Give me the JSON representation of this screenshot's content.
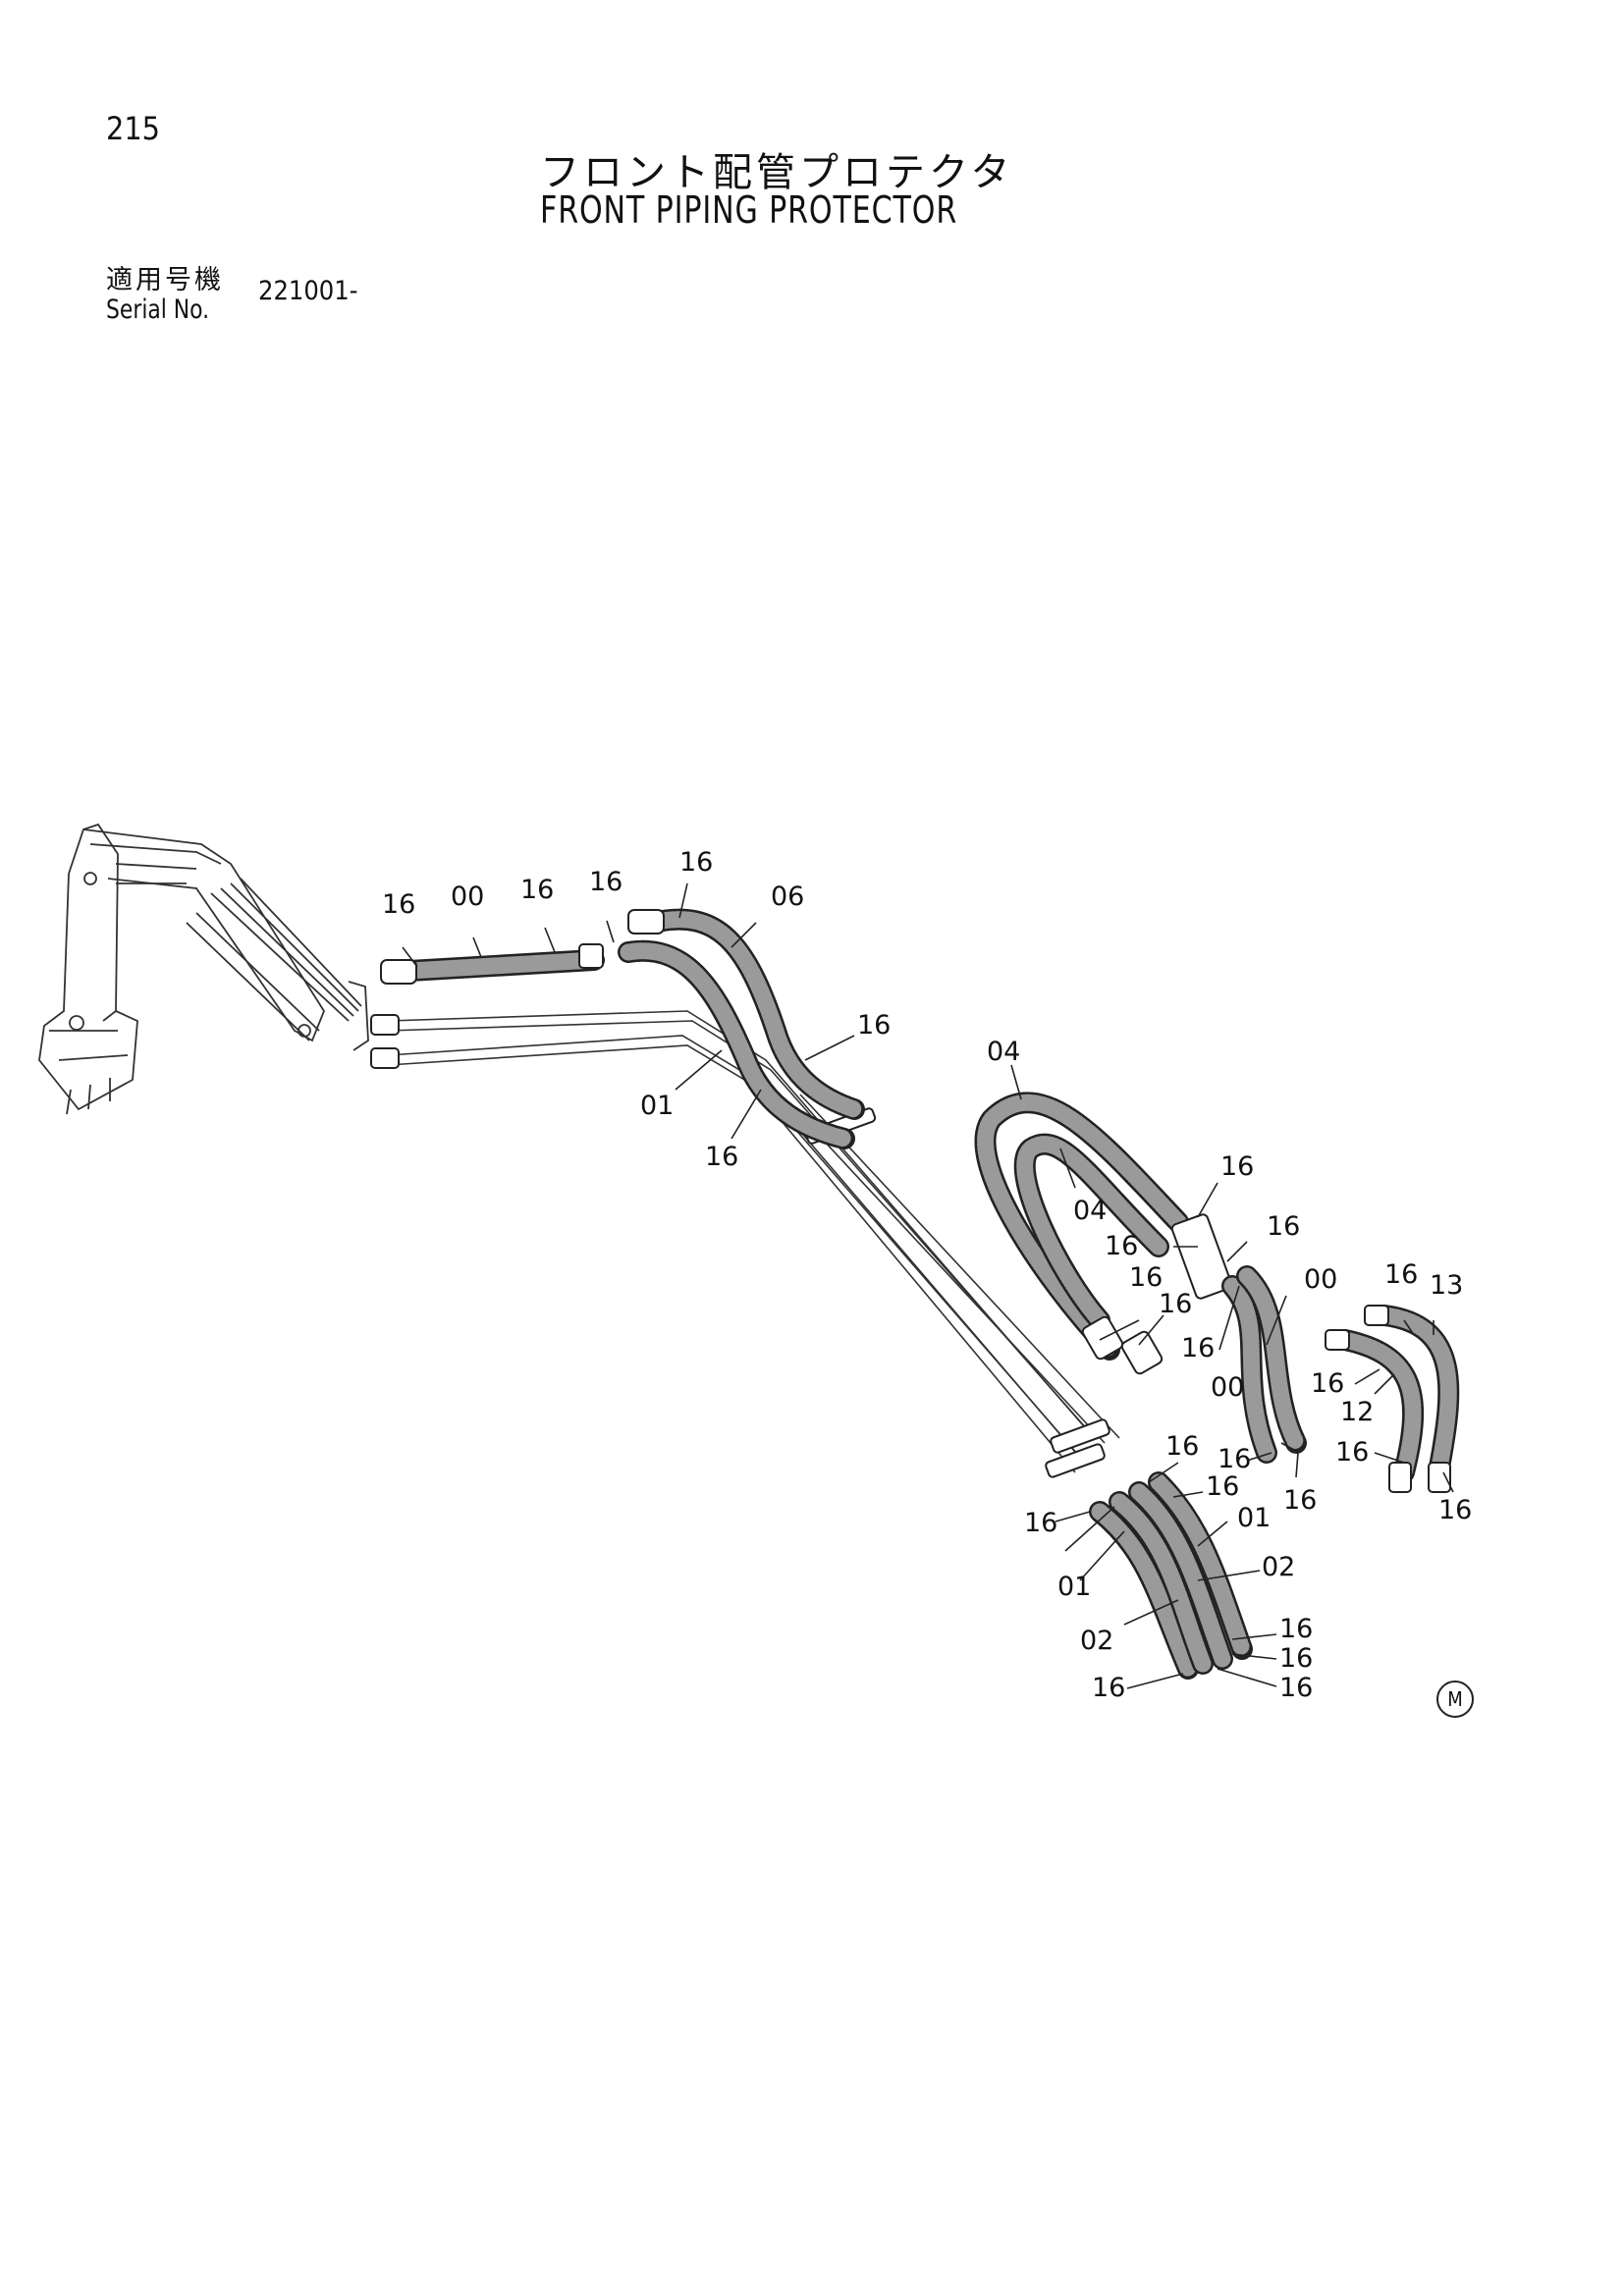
{
  "page_number": "215",
  "title_jp": "フロント配管プロテクタ",
  "title_en": "FRONT PIPING PROTECTOR",
  "serial_label_jp": "適用号機",
  "serial_label_en": "Serial No.",
  "serial_value": "221001-",
  "mark_symbol": "M",
  "labels": {
    "l1": "16",
    "l2": "00",
    "l3": "16",
    "l4": "16",
    "l5": "16",
    "l6": "06",
    "l7": "16",
    "l8": "01",
    "l9": "16",
    "l10": "04",
    "l11": "04",
    "l12": "16",
    "l13": "16",
    "l14": "16",
    "l15": "16",
    "l16": "16",
    "l17": "00",
    "l18": "16",
    "l19": "00",
    "l20": "16",
    "l21": "13",
    "l22": "16",
    "l23": "12",
    "l24": "16",
    "l25": "16",
    "l26": "16",
    "l27": "16",
    "l28": "16",
    "l29": "16",
    "l30": "01",
    "l31": "16",
    "l32": "01",
    "l33": "02",
    "l34": "02",
    "l35": "16",
    "l36": "16",
    "l37": "16",
    "l38": "16"
  }
}
